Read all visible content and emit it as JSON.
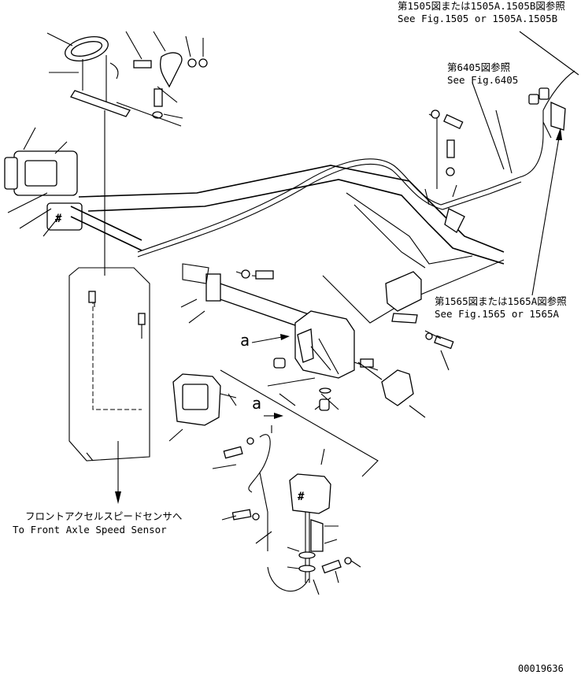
{
  "ref_top": {
    "jp": "第1505図または1505A.1505B図参照",
    "en": "See Fig.1505 or 1505A.1505B"
  },
  "ref_6405": {
    "jp": "第6405図参照",
    "en": "See Fig.6405"
  },
  "ref_1565": {
    "jp": "第1565図または1565A図参照",
    "en": "See Fig.1565 or 1565A"
  },
  "front_axle": {
    "jp": "フロントアクセルスピードセンサへ",
    "en": "To Front Axle Speed Sensor"
  },
  "view_label_a": "a",
  "drawing_number": "00019636"
}
